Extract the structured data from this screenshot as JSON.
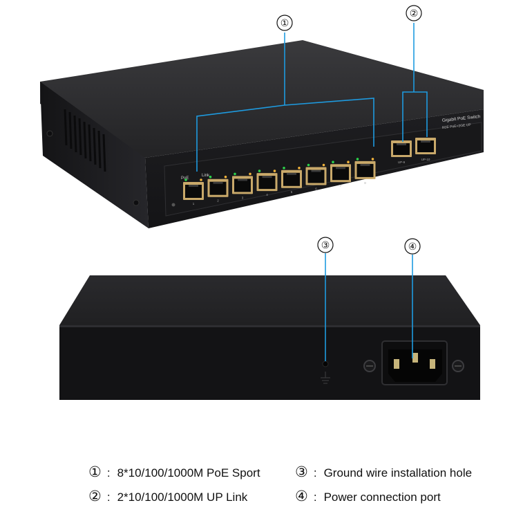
{
  "device_front": {
    "title": "Gigabit PoE Switch",
    "subtitle": "8GE PoE+2GE UP",
    "poe_label": "PoE",
    "link_label": "Link",
    "port_numbers": [
      "1",
      "2",
      "3",
      "4",
      "5",
      "6",
      "7",
      "8"
    ],
    "uplink_labels": [
      "UP-9",
      "UP-10"
    ]
  },
  "callouts": [
    "①",
    "②",
    "③",
    "④"
  ],
  "legend": [
    {
      "num": "①",
      "text": "8*10/100/1000M PoE Sport"
    },
    {
      "num": "②",
      "text": "2*10/100/1000M UP Link"
    },
    {
      "num": "③",
      "text": "Ground wire installation hole"
    },
    {
      "num": "④",
      "text": "Power connection port"
    }
  ],
  "colors": {
    "callout_line": "#1e9be0",
    "chassis": "#1d1d1f",
    "port_frame": "#c9a96a"
  }
}
